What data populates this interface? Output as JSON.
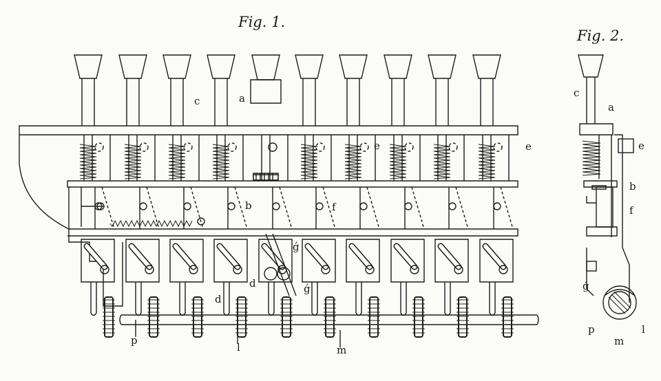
{
  "figures": {
    "fig1": {
      "title": "Fig. 1.",
      "labels": {
        "c": "c",
        "a": "a",
        "e1": "e",
        "e2": "e",
        "b": "b",
        "f": "f",
        "g1": "ǵ",
        "g2": "ǵ",
        "d1": "d",
        "d2": "d",
        "p": "p",
        "l": "l",
        "m": "m"
      }
    },
    "fig2": {
      "title": "Fig. 2.",
      "labels": {
        "c": "c",
        "a": "a",
        "e": "e",
        "b": "b",
        "f": "f",
        "g": "ǵ",
        "p": "p",
        "m": "m",
        "l": "l"
      }
    }
  },
  "colors": {
    "ink": "#1c1c1c",
    "paper": "#fbfbf8"
  }
}
